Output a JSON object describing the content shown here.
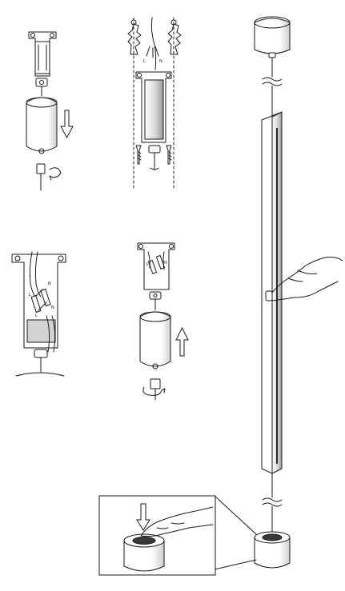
{
  "figure": {
    "kind": "assembly-instruction-illustration",
    "colors": {
      "line": "#1a1a1a",
      "fill": "#ffffff",
      "shade": "#bdbdbd",
      "dark": "#3a3a3a"
    }
  },
  "labels": {
    "step2_l": "L",
    "step2_n": "N",
    "step3_n": "N",
    "step3_l": "L",
    "step3_l2": "L",
    "step3_n2": "N",
    "step4_l": "L",
    "step4_n": "N"
  }
}
